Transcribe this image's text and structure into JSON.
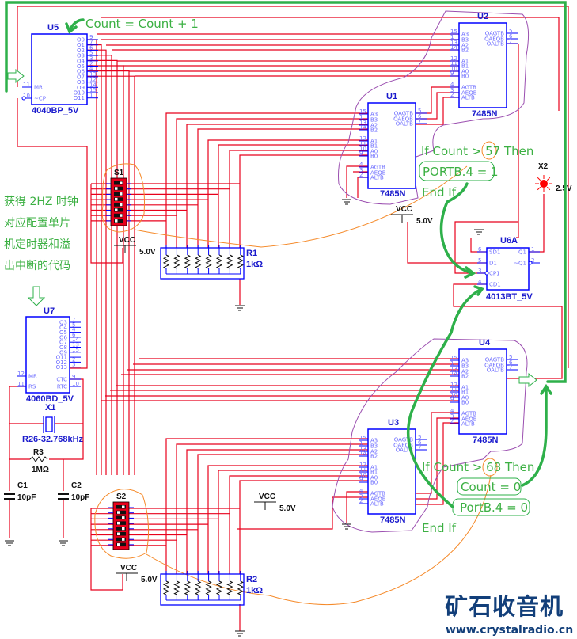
{
  "colors": {
    "wire": "#e8001c",
    "chip": "#0000ff",
    "annotation": "#2eb04a",
    "outline_purple": "#9b4fb0",
    "outline_orange": "#f58a2a",
    "switch": "#e8001c",
    "logo": "#123f7a"
  },
  "chips": {
    "u5": {
      "ref": "U5",
      "part": "4040BP_5V",
      "left": [
        {
          "name": "MR",
          "num": "11"
        },
        {
          "name": "~CP",
          "num": "10"
        }
      ],
      "right": [
        {
          "name": "O0",
          "num": "9"
        },
        {
          "name": "O1",
          "num": "7"
        },
        {
          "name": "O2",
          "num": "6"
        },
        {
          "name": "O3",
          "num": "5"
        },
        {
          "name": "O4",
          "num": "3"
        },
        {
          "name": "O5",
          "num": "2"
        },
        {
          "name": "O6",
          "num": "4"
        },
        {
          "name": "O7",
          "num": "13"
        },
        {
          "name": "O8",
          "num": "12"
        },
        {
          "name": "O9",
          "num": "14"
        },
        {
          "name": "O10",
          "num": "15"
        },
        {
          "name": "O11",
          "num": "1"
        }
      ]
    },
    "u7": {
      "ref": "U7",
      "part": "4060BD_5V",
      "left": [
        {
          "name": "MR",
          "num": "12"
        },
        {
          "name": "RS",
          "num": "11"
        }
      ],
      "right": [
        {
          "name": "Q3",
          "num": "7"
        },
        {
          "name": "O4",
          "num": "5"
        },
        {
          "name": "O5",
          "num": "4"
        },
        {
          "name": "O6",
          "num": "6"
        },
        {
          "name": "O7",
          "num": "14"
        },
        {
          "name": "O8",
          "num": "13"
        },
        {
          "name": "O9",
          "num": "15"
        },
        {
          "name": "O11",
          "num": "1"
        },
        {
          "name": "O12",
          "num": "2"
        },
        {
          "name": "O13",
          "num": "3"
        },
        {
          "name": "CTC",
          "num": "9"
        },
        {
          "name": "RTC",
          "num": "10"
        }
      ]
    },
    "cmp_pins": {
      "left": [
        {
          "name": "A3",
          "num": "15"
        },
        {
          "name": "B3",
          "num": "1"
        },
        {
          "name": "A2",
          "num": "13"
        },
        {
          "name": "B2",
          "num": "14"
        },
        {
          "name": "A1",
          "num": "12"
        },
        {
          "name": "B1",
          "num": "11"
        },
        {
          "name": "A0",
          "num": "10"
        },
        {
          "name": "B0",
          "num": "9"
        },
        {
          "name": "AGTB",
          "num": "4"
        },
        {
          "name": "AEQB",
          "num": "3"
        },
        {
          "name": "ALTB",
          "num": "2"
        }
      ],
      "right": [
        {
          "name": "OAGTB",
          "num": "5"
        },
        {
          "name": "OAEQB",
          "num": "6"
        },
        {
          "name": "OALTB",
          "num": "7"
        }
      ]
    },
    "u1": {
      "ref": "U1",
      "part": "7485N"
    },
    "u2": {
      "ref": "U2",
      "part": "7485N"
    },
    "u3": {
      "ref": "U3",
      "part": "7485N"
    },
    "u4": {
      "ref": "U4",
      "part": "7485N"
    },
    "u6a": {
      "ref": "U6A",
      "part": "4013BT_5V",
      "left": [
        {
          "name": "SD1",
          "num": "6"
        },
        {
          "name": "D1",
          "num": "5"
        },
        {
          "name": "CP1",
          "num": "3"
        },
        {
          "name": "CD1",
          "num": "4"
        }
      ],
      "right": [
        {
          "name": "Q1",
          "num": "1"
        },
        {
          "name": "~Q1",
          "num": "2"
        }
      ]
    }
  },
  "components": {
    "s1": {
      "ref": "S1"
    },
    "s2": {
      "ref": "S2"
    },
    "r1": {
      "ref": "R1",
      "value": "1kΩ"
    },
    "r2": {
      "ref": "R2",
      "value": "1kΩ"
    },
    "r3": {
      "ref": "R3",
      "value": "1MΩ"
    },
    "x1": {
      "ref": "X1",
      "value": "R26-32.768kHz"
    },
    "c1": {
      "ref": "C1",
      "value": "10pF"
    },
    "c2": {
      "ref": "C2",
      "value": "10pF"
    },
    "x2": {
      "ref": "X2",
      "value": "2.5V"
    },
    "vcc": [
      {
        "label": "VCC",
        "value": "5.0V"
      },
      {
        "label": "VCC",
        "value": "5.0V"
      },
      {
        "label": "VCC",
        "value": "5.0V"
      },
      {
        "label": "VCC",
        "value": "5.0V"
      }
    ]
  },
  "annotations": {
    "count_inc": "Count = Count + 1",
    "if57": "If Count > 57 Then",
    "portb_set": "PORTB.4 = 1",
    "endif1": "End If",
    "if68": "If Count > 68 Then",
    "count_reset": "Count = 0",
    "portb_clear": "PortB.4 = 0",
    "endif2": "End If",
    "cn_note": [
      "获得 2HZ 时钟",
      "对应配置单片",
      "机定时器和溢",
      "出中断的代码"
    ]
  },
  "watermark": {
    "title": "矿石收音机",
    "url": "www.crystalradio.cn"
  }
}
